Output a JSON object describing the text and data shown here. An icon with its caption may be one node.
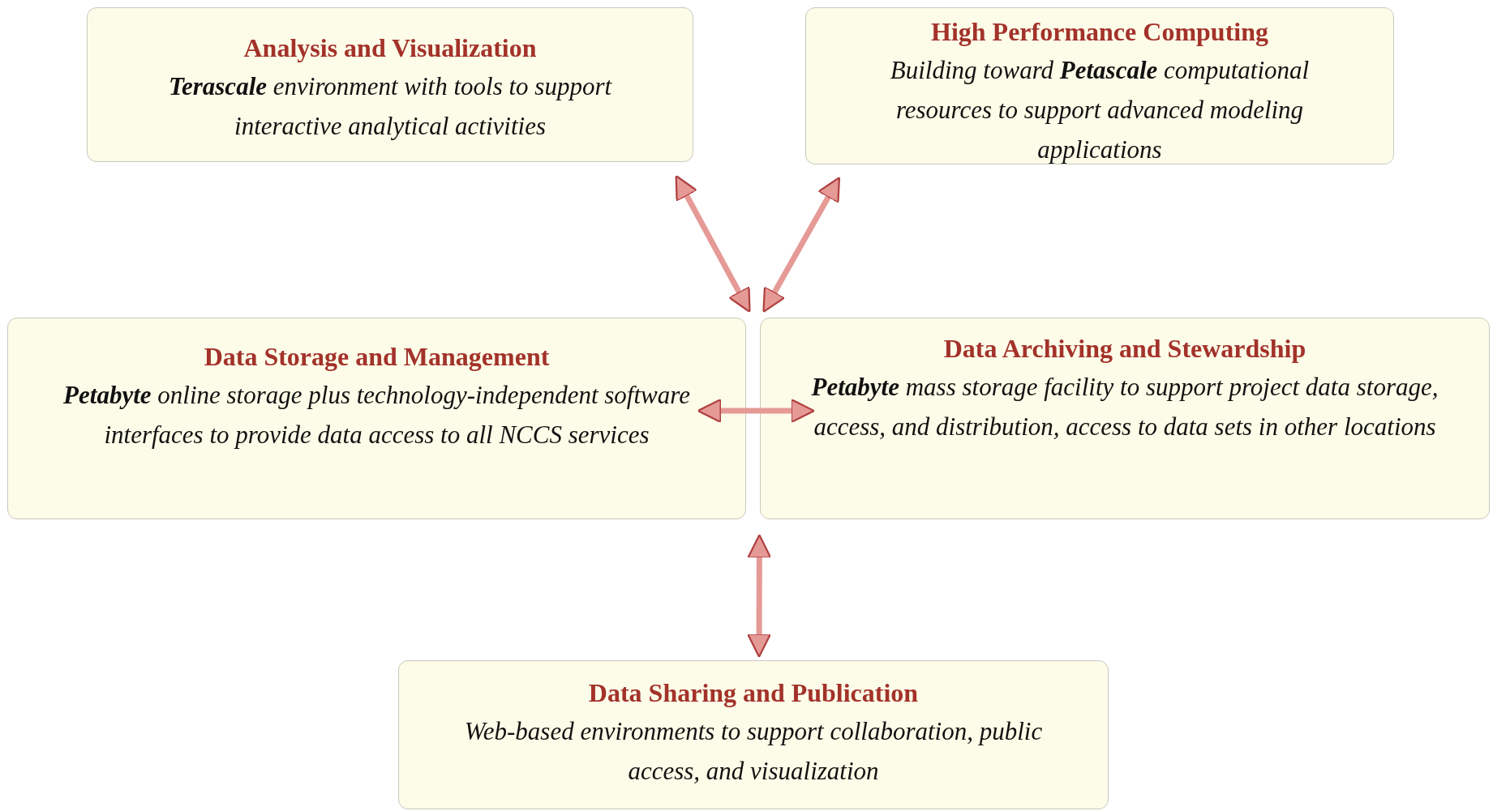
{
  "diagram": {
    "nodes": [
      {
        "text": [
          "Analysis and Visualization",
          "**Terascale** environment with tools to support interactive analytical activities"
        ]
      },
      {
        "text": [
          "High Performance Computing",
          "Building toward **Petascale** computational resources to support advanced modeling applications"
        ]
      },
      {
        "text": [
          "Data Storage and Management",
          "**Petabyte** online storage plus technology-independent software interfaces to provide data access to all NCCS services"
        ]
      },
      {
        "text": [
          "Data Archiving and Stewardship",
          "**Petabyte** mass storage facility to support project data storage, access, and distribution, access to data sets in other locations"
        ]
      },
      {
        "text": [
          "Data Sharing and Publication",
          "Web-based environments to support collaboration, public access, and visualization"
        ]
      }
    ],
    "edges": [
      {
        "from": 0,
        "to": 2,
        "arrow": "both"
      },
      {
        "from": 1,
        "to": 3,
        "arrow": "both"
      },
      {
        "from": 2,
        "to": 3,
        "arrow": "both"
      },
      {
        "from": 2,
        "to": 4,
        "arrow": "both"
      }
    ]
  }
}
